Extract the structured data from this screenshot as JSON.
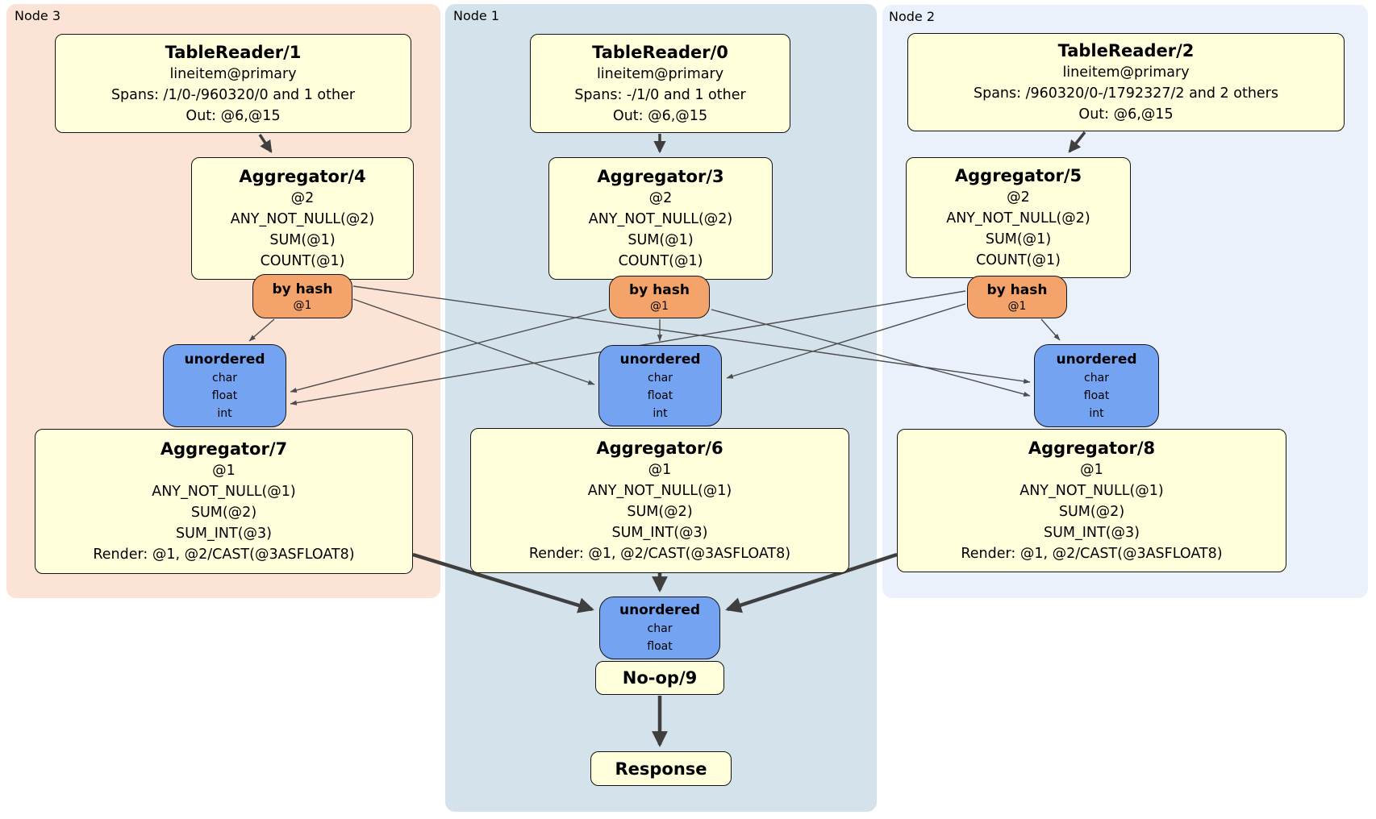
{
  "colors": {
    "node3_bg": "#fbe4d5",
    "node1_bg": "#d4e2ec",
    "node2_bg": "#ebf1fb",
    "processor_fill": "#ffffdc",
    "router_fill": "#f4a46a",
    "sync_fill": "#74a3f1",
    "box_border": "#141414",
    "edge_thin": "#4d4d4d",
    "edge_thick": "#3f3f3f"
  },
  "panels": {
    "node3": {
      "label": "Node 3"
    },
    "node1": {
      "label": "Node 1"
    },
    "node2": {
      "label": "Node 2"
    }
  },
  "boxes": {
    "tr1": {
      "title": "TableReader/1",
      "lines": [
        "lineitem@primary",
        "Spans: /1/0-/960320/0 and 1 other",
        "Out: @6,@15"
      ]
    },
    "tr0": {
      "title": "TableReader/0",
      "lines": [
        "lineitem@primary",
        "Spans: -/1/0 and 1 other",
        "Out: @6,@15"
      ]
    },
    "tr2": {
      "title": "TableReader/2",
      "lines": [
        "lineitem@primary",
        "Spans: /960320/0-/1792327/2 and 2 others",
        "Out: @6,@15"
      ]
    },
    "agg4": {
      "title": "Aggregator/4",
      "lines": [
        "@2",
        "ANY_NOT_NULL(@2)",
        "SUM(@1)",
        "COUNT(@1)"
      ]
    },
    "agg3": {
      "title": "Aggregator/3",
      "lines": [
        "@2",
        "ANY_NOT_NULL(@2)",
        "SUM(@1)",
        "COUNT(@1)"
      ]
    },
    "agg5": {
      "title": "Aggregator/5",
      "lines": [
        "@2",
        "ANY_NOT_NULL(@2)",
        "SUM(@1)",
        "COUNT(@1)"
      ]
    },
    "agg7": {
      "title": "Aggregator/7",
      "lines": [
        "@1",
        "ANY_NOT_NULL(@1)",
        "SUM(@2)",
        "SUM_INT(@3)",
        "Render: @1, @2/CAST(@3ASFLOAT8)"
      ]
    },
    "agg6": {
      "title": "Aggregator/6",
      "lines": [
        "@1",
        "ANY_NOT_NULL(@1)",
        "SUM(@2)",
        "SUM_INT(@3)",
        "Render: @1, @2/CAST(@3ASFLOAT8)"
      ]
    },
    "agg8": {
      "title": "Aggregator/8",
      "lines": [
        "@1",
        "ANY_NOT_NULL(@1)",
        "SUM(@2)",
        "SUM_INT(@3)",
        "Render: @1, @2/CAST(@3ASFLOAT8)"
      ]
    },
    "hash3": {
      "title": "by hash",
      "sub": "@1"
    },
    "hash1": {
      "title": "by hash",
      "sub": "@1"
    },
    "hash2": {
      "title": "by hash",
      "sub": "@1"
    },
    "uno3": {
      "title": "unordered",
      "lines": [
        "char",
        "float",
        "int"
      ]
    },
    "uno1": {
      "title": "unordered",
      "lines": [
        "char",
        "float",
        "int"
      ]
    },
    "uno2": {
      "title": "unordered",
      "lines": [
        "char",
        "float",
        "int"
      ]
    },
    "unomid": {
      "title": "unordered",
      "lines": [
        "char",
        "float"
      ]
    },
    "noop": {
      "title": "No-op/9"
    },
    "response": {
      "title": "Response"
    }
  }
}
